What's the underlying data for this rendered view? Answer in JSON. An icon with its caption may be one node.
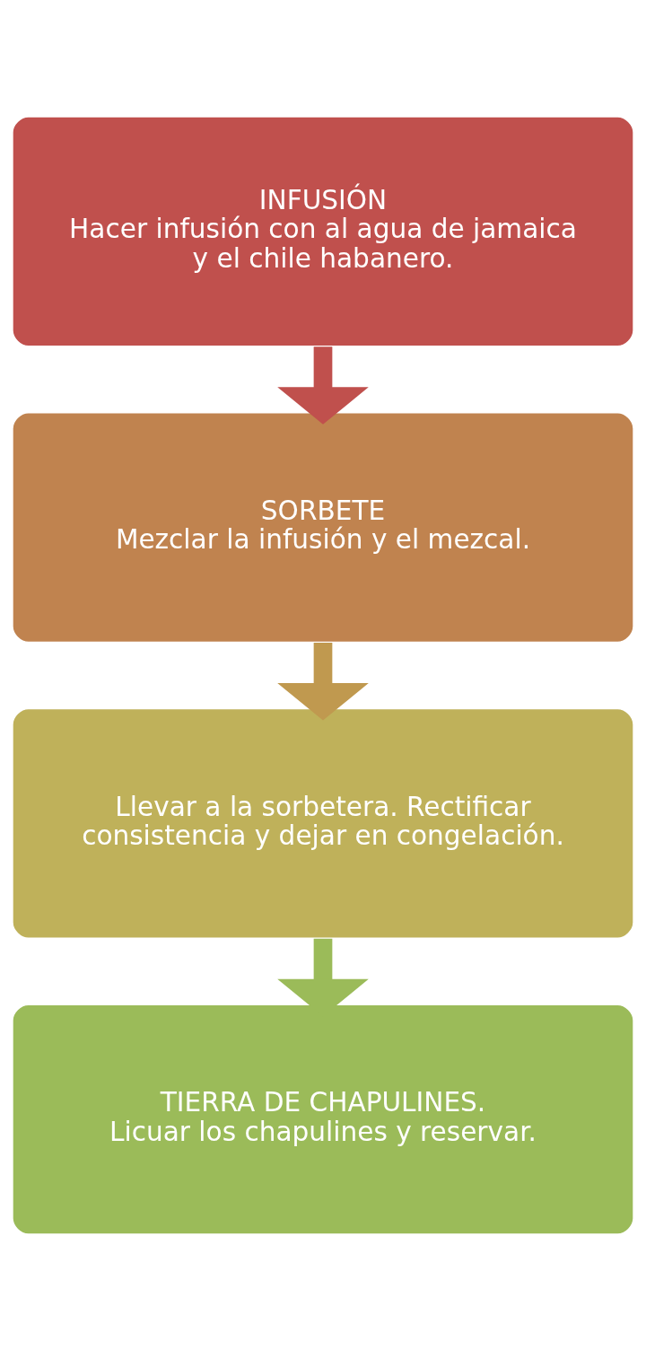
{
  "diagram": {
    "nodes": [
      {
        "text": [
          "INFUSIÓN",
          "Hacer infusión con al agua de jamaica y el chile habanero."
        ]
      },
      {
        "text": [
          "SORBETE",
          "Mezclar la infusión y el mezcal."
        ]
      },
      {
        "text": [
          "Llevar a la sorbetera. Rectificar consistencia y dejar en congelación."
        ]
      },
      {
        "text": [
          "TIERRA DE CHAPULINES.",
          "Licuar los chapulines y reservar."
        ]
      }
    ],
    "edges": [
      {
        "from": 0,
        "to": 1,
        "arrow": "to",
        "color": "#c0504d"
      },
      {
        "from": 1,
        "to": 2,
        "arrow": "to",
        "color": "#c0994f"
      },
      {
        "from": 2,
        "to": 3,
        "arrow": "to",
        "color": "#9bbb59"
      }
    ]
  }
}
